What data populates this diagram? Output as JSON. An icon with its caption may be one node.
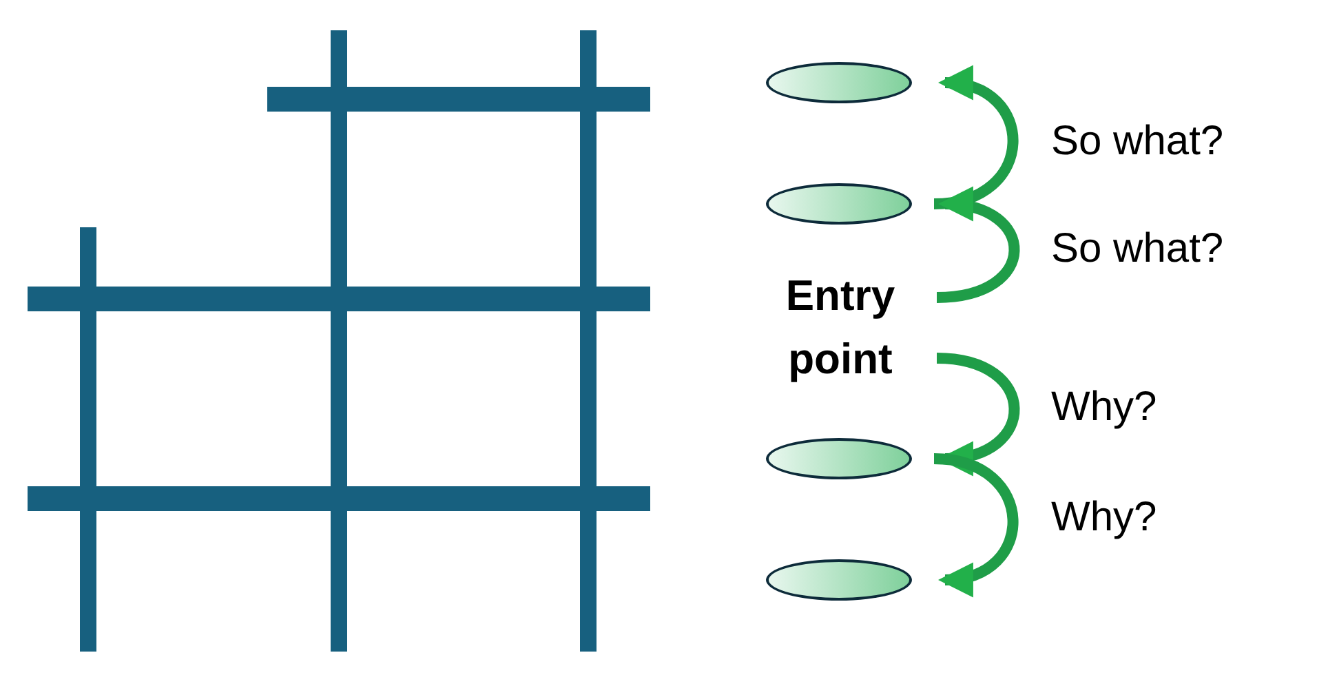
{
  "diagram": {
    "nodes": [
      {
        "text": [],
        "shape": "ellipse"
      },
      {
        "text": [],
        "shape": "ellipse"
      },
      {
        "text": [
          "Entry point"
        ]
      },
      {
        "text": [],
        "shape": "ellipse"
      },
      {
        "text": [],
        "shape": "ellipse"
      }
    ],
    "edges": [
      {
        "from": 1,
        "to": 0,
        "arrow": "to",
        "label": "So what?"
      },
      {
        "from": 2,
        "to": 1,
        "arrow": "to",
        "label": "So what?"
      },
      {
        "from": 2,
        "to": 3,
        "arrow": "to",
        "label": "Why?"
      },
      {
        "from": 3,
        "to": 4,
        "arrow": "to",
        "label": "Why?"
      }
    ]
  }
}
